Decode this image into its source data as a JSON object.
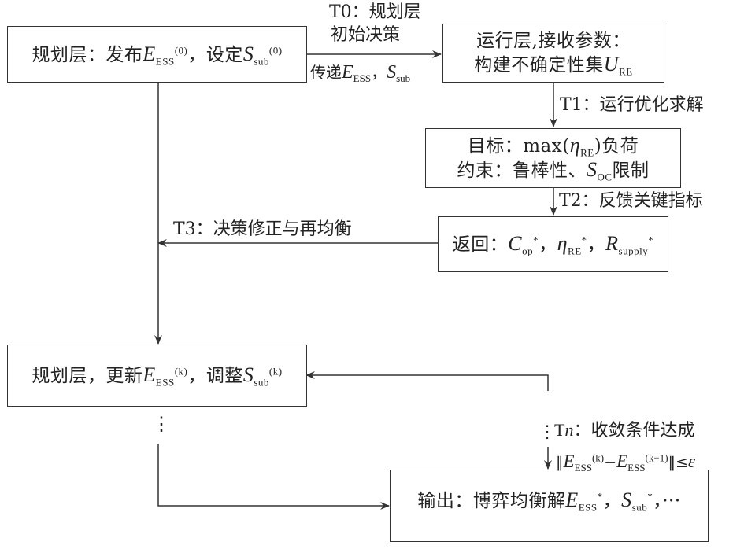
{
  "boxes": {
    "planning_init": {
      "prefix": "规划层：发布",
      "E": "E",
      "E_sub": "ESS",
      "E_sup": "(0)",
      "mid": "，设定",
      "S": "S",
      "S_sub": "sub",
      "S_sup": "(0)"
    },
    "operation_receive": {
      "line1": "运行层,接收参数：",
      "line2_prefix": "构建不确定性集",
      "U": "U",
      "U_sub": "RE"
    },
    "optimization": {
      "line1_prefix": "目标：max(",
      "eta": "η",
      "eta_sub": "RE",
      "line1_suffix": ")负荷",
      "line2_prefix": "约束：鲁棒性、",
      "S": "S",
      "S_sub": "OC",
      "line2_suffix": "限制"
    },
    "feedback_return": {
      "prefix": "返回：",
      "C": "C",
      "C_sub": "op",
      "star": "*",
      "sep": "，",
      "eta": "η",
      "eta_sub": "RE",
      "R": "R",
      "R_sub": "supply"
    },
    "planning_update": {
      "prefix": "规划层，更新",
      "E": "E",
      "E_sub": "ESS",
      "E_sup": "(k)",
      "mid": "，调整",
      "S": "S",
      "S_sub": "sub",
      "S_sup": "(k)"
    },
    "output": {
      "prefix": "输出：博弈均衡解",
      "E": "E",
      "E_sub": "ESS",
      "star": "*",
      "sep": "，",
      "S": "S",
      "S_sub": "sub",
      "ellipsis": "···"
    }
  },
  "labels": {
    "t0_line1": "T0：规划层",
    "t0_line2": "初始决策",
    "t0_below_prefix": "传递",
    "t0_E": "E",
    "t0_E_sub": "ESS",
    "t0_sep": "，",
    "t0_S": "S",
    "t0_S_sub": "sub",
    "t1": "T1：运行优化求解",
    "t2": "T2：反馈关键指标",
    "t3": "T3：决策修正与再均衡",
    "tn_T": "T",
    "tn_n": "n",
    "tn_rest": "：收敛条件达成",
    "conv_norm_open": "‖",
    "conv_E": "E",
    "conv_sub": "ESS",
    "conv_sup1": "(k)",
    "conv_minus": "−",
    "conv_sup2": "(k−1)",
    "conv_norm_close": "‖",
    "conv_leq": "≤",
    "conv_eps": "ε"
  },
  "vdots": "⋮",
  "colors": {
    "line": "#333333",
    "text": "#222222"
  }
}
